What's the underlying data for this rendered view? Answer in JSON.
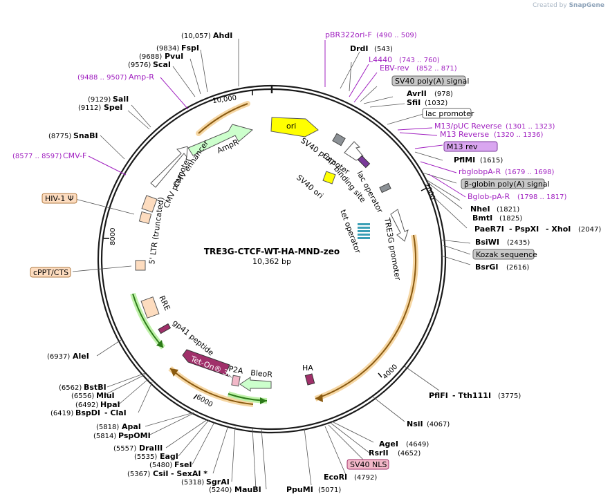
{
  "watermark": {
    "prefix": "Created by",
    "brand": "SnapGene"
  },
  "plasmid": {
    "name": "TRE3G-CTCF-WT-HA-MND-zeo",
    "size": "10,362 bp"
  },
  "ticks": [
    "10,000",
    "2000",
    "4000",
    "6000",
    "8000"
  ],
  "enzymes_right": [
    {
      "name": "DrdI",
      "pos": "(543)"
    },
    {
      "name": "AvrII",
      "pos": "(978)"
    },
    {
      "name": "SfiI",
      "pos": "(1032)"
    },
    {
      "name": "PflMI",
      "pos": "(1615)"
    },
    {
      "name": "NheI",
      "pos": "(1821)"
    },
    {
      "name": "BmtI",
      "pos": "(1825)"
    },
    {
      "name": "PaeR7I",
      "sep1": "- PspXI",
      "sep2": "- XhoI",
      "pos": "(2047)"
    },
    {
      "name": "BsiWI",
      "pos": "(2435)"
    },
    {
      "name": "BsrGI",
      "pos": "(2616)"
    },
    {
      "name": "PflFI",
      "sep1": "- Tth111I",
      "pos": "(3775)"
    },
    {
      "name": "NsiI",
      "pos": "(4067)"
    },
    {
      "name": "AgeI",
      "pos": "(4649)"
    },
    {
      "name": "RsrII",
      "pos": "(4652)"
    },
    {
      "name": "EcoRI",
      "pos": "(4792)"
    },
    {
      "name": "PpuMI",
      "pos": "(5071)"
    }
  ],
  "enzymes_left": [
    {
      "name": "AhdI",
      "pos": "(10,057)"
    },
    {
      "name": "FspI",
      "pos": "(9834)"
    },
    {
      "name": "PvuI",
      "pos": "(9688)"
    },
    {
      "name": "ScaI",
      "pos": "(9576)"
    },
    {
      "name": "SalI",
      "pos": "(9129)"
    },
    {
      "name": "SpeI",
      "pos": "(9112)"
    },
    {
      "name": "SnaBI",
      "pos": "(8775)"
    },
    {
      "name": "AleI",
      "pos": "(6937)"
    },
    {
      "name": "BstBI",
      "pos": "(6562)"
    },
    {
      "name": "MluI",
      "pos": "(6556)"
    },
    {
      "name": "HpaI",
      "pos": "(6492)"
    },
    {
      "name": "BspDI",
      "sep1": "- ClaI",
      "pos": "(6419)"
    },
    {
      "name": "ApaI",
      "pos": "(5818)"
    },
    {
      "name": "PspOMI",
      "pos": "(5814)"
    },
    {
      "name": "DraIII",
      "pos": "(5557)"
    },
    {
      "name": "EagI",
      "pos": "(5535)"
    },
    {
      "name": "FseI",
      "pos": "(5480)"
    },
    {
      "name": "CsiI",
      "sep1": "- SexAI *",
      "pos": "(5367)"
    },
    {
      "name": "SgrAI",
      "pos": "(5318)"
    },
    {
      "name": "MauBI",
      "pos": "(5240)"
    }
  ],
  "primers": [
    {
      "name": "pBR322ori-F",
      "pos": "(490 .. 509)"
    },
    {
      "name": "L4440",
      "pos": "(743 .. 760)"
    },
    {
      "name": "EBV-rev",
      "pos": "(852 .. 871)"
    },
    {
      "name": "M13/pUC Reverse",
      "pos": "(1301 .. 1323)"
    },
    {
      "name": "M13 Reverse",
      "pos": "(1320 .. 1336)"
    },
    {
      "name": "rbglobpA-R",
      "pos": "(1679 .. 1698)"
    },
    {
      "name": "Bglob-pA-R",
      "pos": "(1798 .. 1817)"
    },
    {
      "name": "Amp-R",
      "pos": "(9488 .. 9507)"
    },
    {
      "name": "CMV-F",
      "pos": "(8577 .. 8597)"
    }
  ],
  "boxed_labels": [
    {
      "name": "SV40 poly(A) signal",
      "color": "#c8c8c8"
    },
    {
      "name": "lac promoter",
      "color": "#ffffff"
    },
    {
      "name": "M13 rev",
      "color": "#d9a6f0"
    },
    {
      "name": "β-globin poly(A) signal",
      "color": "#c8c8c8"
    },
    {
      "name": "Kozak sequence",
      "color": "#c8c8c8"
    },
    {
      "name": "SV40 NLS",
      "color": "#f2b8c8"
    },
    {
      "name": "HIV-1 Ψ",
      "color": "#fddcbf"
    },
    {
      "name": "cPPT/CTS",
      "color": "#fddcbf"
    }
  ],
  "features": {
    "ori": "ori",
    "ampr": "AmpR",
    "cmv_enhancer": "CMV enhancer",
    "cmv_promoter": "CMV promoter",
    "sv40_promoter": "SV40 promoter",
    "cap_binding": "CAP binding site",
    "lac_operator": "lac operator",
    "sv40_ori": "SV40 ori",
    "tet_operator": "tet operator",
    "tre3g_promoter": "TRE3G promoter",
    "ltr": "5' LTR (truncated)",
    "rre": "RRE",
    "gp41": "gp41 peptide",
    "teton": "Tet-On® 3G",
    "p2a": "P2A",
    "bleor": "BleoR",
    "ha": "HA"
  },
  "colors": {
    "ori": "#ffff00",
    "ampr": "#ccffcc",
    "tet_on": "#a0306a",
    "bleor": "#ccffcc",
    "lentiviral": "#fddcbf",
    "orf_arc": "#e6a83a",
    "primer": "#a020c0"
  }
}
